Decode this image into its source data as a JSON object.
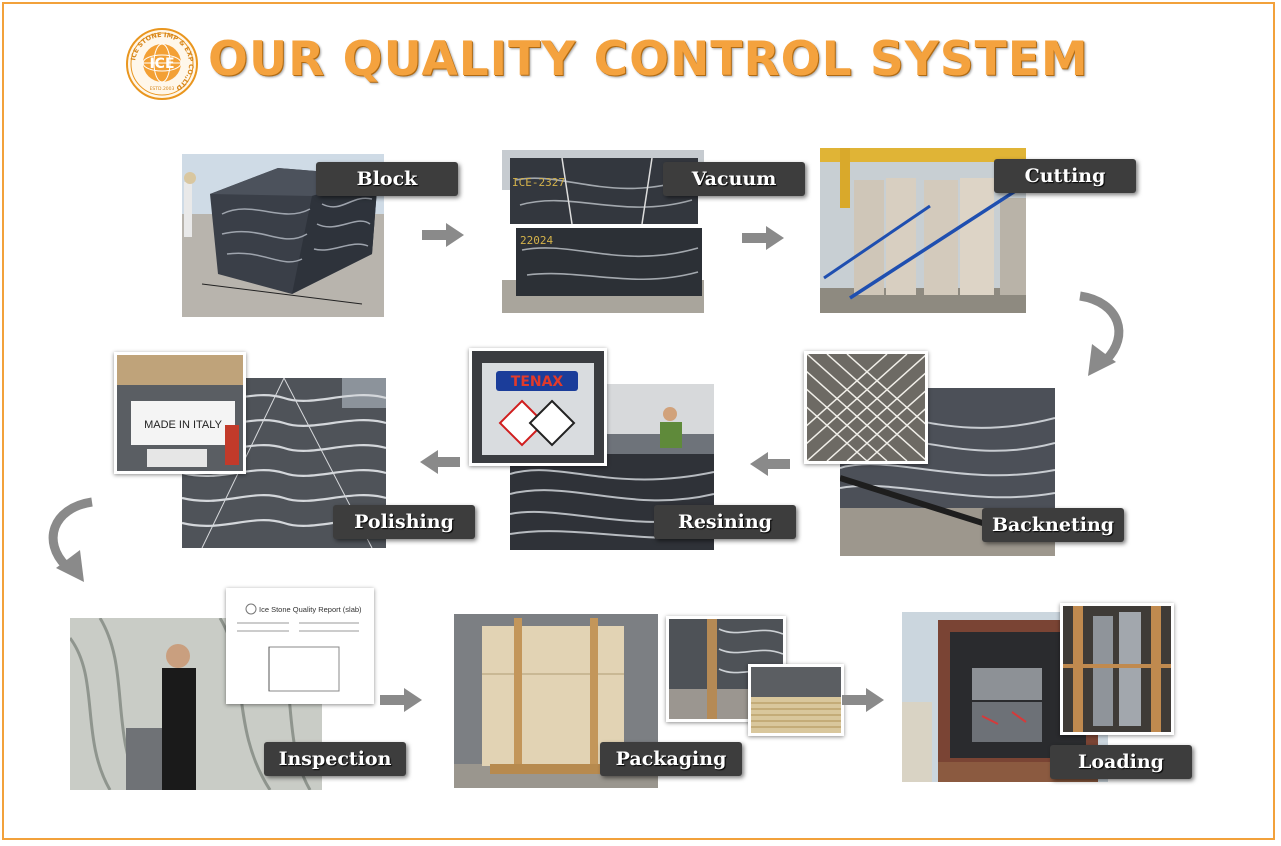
{
  "title": "OUR QUALITY CONTROL SYSTEM",
  "logo": {
    "text": "ICE",
    "ring_text": "ICE STONE IMP & EXP CO.,LTD",
    "sub_text": "ESTD.2003"
  },
  "steps": [
    {
      "label": "Block"
    },
    {
      "label": "Vacuum"
    },
    {
      "label": "Cutting"
    },
    {
      "label": "Backneting"
    },
    {
      "label": "Resining"
    },
    {
      "label": "Polishing"
    },
    {
      "label": "Inspection"
    },
    {
      "label": "Packaging"
    },
    {
      "label": "Loading"
    }
  ],
  "photo_texts": {
    "made_in_italy": "MADE IN ITALY",
    "tenax": "TENAX",
    "report_title": "Ice Stone Quality Report (slab)",
    "vacuum_code_top": "ICE-2327",
    "vacuum_code_bottom": "22024"
  },
  "colors": {
    "accent": "#f4a23e",
    "label_bg": "#3d3d3d",
    "arrow": "#808080"
  }
}
